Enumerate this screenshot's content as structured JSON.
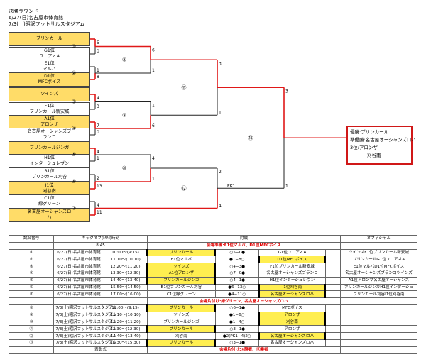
{
  "header": {
    "title": "決勝ラウンド",
    "venue1": "6/27(日)名古屋市体育館",
    "venue2": "7/3(土)昭沢フットサルスタジアム"
  },
  "teams": [
    {
      "l1": "ブリンカール",
      "l2": "",
      "hl": true
    },
    {
      "l1": "G1位",
      "l2": "ユニアオA",
      "hl": false
    },
    {
      "l1": "E1位",
      "l2": "マルバ",
      "hl": false
    },
    {
      "l1": "D1位",
      "l2": "MFCボイス",
      "hl": true
    },
    {
      "l1": "ツインズ",
      "l2": "",
      "hl": true
    },
    {
      "l1": "F1位",
      "l2": "ブリンカール新安城",
      "hl": false
    },
    {
      "l1": "A1位",
      "l2": "アロンザ",
      "hl": true
    },
    {
      "l1": "名古屋オーシャンズブ",
      "l2": "ランコ",
      "hl": false
    },
    {
      "l1": "ブリンカールジンガ",
      "l2": "",
      "hl": true
    },
    {
      "l1": "H1位",
      "l2": "インターシュレヴン",
      "hl": false
    },
    {
      "l1": "B1位",
      "l2": "ブリンカール刈谷",
      "hl": false
    },
    {
      "l1": "I1位",
      "l2": "刈谷南",
      "hl": true
    },
    {
      "l1": "C1位",
      "l2": "緑グリーン",
      "hl": false
    },
    {
      "l1": "名古屋オーシャンズロ",
      "l2": "ハ",
      "hl": true
    }
  ],
  "bracket": {
    "r1": [
      {
        "num": "①",
        "top": "5",
        "bot": "0"
      },
      {
        "num": "②",
        "top": "1",
        "bot": "8"
      },
      {
        "num": "③",
        "top": "4",
        "bot": "3"
      },
      {
        "num": "④",
        "top": "7",
        "bot": "0"
      },
      {
        "num": "⑤",
        "top": "4",
        "bot": "1"
      },
      {
        "num": "⑥",
        "top": "2",
        "bot": "13"
      },
      {
        "num": "⑦",
        "top": "4",
        "bot": "11"
      }
    ],
    "r2": [
      {
        "num": "⑧",
        "top": "6",
        "bot": "1"
      },
      {
        "num": "⑨",
        "top": "1",
        "bot": "6"
      },
      {
        "num": "⑩",
        "top": "4",
        "bot": "1"
      }
    ],
    "r3": [
      {
        "num": "⑪",
        "top": "3",
        "bot": "1"
      },
      {
        "num": "⑫",
        "top": "2",
        "bot": "4",
        "pk": "PK1"
      }
    ],
    "final": {
      "num": "⑬",
      "top": "3",
      "bot": "1"
    }
  },
  "result": {
    "r1": "優勝:ブリンカール",
    "r2": "準優勝:名古屋オーシャンズロハ",
    "r3": "3位:アロンザ",
    "r4": "刈谷南"
  },
  "schedule": {
    "headers": [
      "試合番号",
      "キックオフ(MM)時刻",
      "対戦",
      "オフィシャル"
    ],
    "time_note": "8:45",
    "note1": "会場準備:E1位マルバ、D1位MFCボイス",
    "rows1": [
      {
        "num": "①",
        "date": "6/27(日)名古屋市体育館",
        "time": "10:00〜(9:15)",
        "t1": "ブリンカール",
        "t1y": true,
        "score": "○5−0●",
        "t2": "G1位ユニアオA",
        "t2y": false,
        "off": "ツインズF1位ブリンカール新安城"
      },
      {
        "num": "②",
        "date": "6/27(日)名古屋市体育館",
        "time": "11:10〜(10:10)",
        "t1": "E1位マルバ",
        "t1y": false,
        "score": "●1−8○",
        "t2": "D1位MFCボイス",
        "t2y": true,
        "off": "ブリンカールG1位ユニアオA"
      },
      {
        "num": "③",
        "date": "6/27(日)名古屋市体育館",
        "time": "12:20〜(11:20)",
        "t1": "ツインズ",
        "t1y": true,
        "score": "○4−3●",
        "t2": "F1位ブリンカール新安城",
        "t2y": false,
        "off": "E1位マルバD1位MFCボイス"
      },
      {
        "num": "④",
        "date": "6/27(日)名古屋市体育館",
        "time": "13:30〜(12:30)",
        "t1": "A1位アロンザ",
        "t1y": true,
        "score": "○7−0●",
        "t2": "名古屋オーシャンズブランコ",
        "t2y": false,
        "off": "名古屋オーシャンズブランコツインズ"
      },
      {
        "num": "⑤",
        "date": "6/27(日)名古屋市体育館",
        "time": "14:40〜(13:40)",
        "t1": "ブリンカールジンガ",
        "t1y": true,
        "score": "○4−1●",
        "t2": "H1位インターシュレヴン",
        "t2y": false,
        "off": "A1位アロンザ名古屋オーシャンズ"
      },
      {
        "num": "⑥",
        "date": "6/27(日)名古屋市体育館",
        "time": "15:50〜(14:50)",
        "t1": "B1位ブリンカール刈谷",
        "t1y": false,
        "score": "●6−13○",
        "t2": "I1位刈谷南",
        "t2y": true,
        "off": "ブリンカールジンガH1位インターシュ"
      },
      {
        "num": "⑦",
        "date": "6/27(日)名古屋市体育館",
        "time": "17:00〜(16:00)",
        "t1": "C1位緑グリーン",
        "t1y": false,
        "score": "●4−11○",
        "t2": "名古屋オーシャンズロハ",
        "t2y": true,
        "off": "ブリンカール刈谷I1位刈谷南"
      }
    ],
    "note2": "会場片付け:緑グリーン、名古屋オーシャンズロハ",
    "rows2": [
      {
        "num": "⑧",
        "date": "7/3(土)昭沢フットサルスタジアム",
        "time": "10:00〜(9:15)",
        "t1": "ブリンカール",
        "t1y": true,
        "score": "○6−1●",
        "t2": "MFCボイス",
        "t2y": false,
        "off": ""
      },
      {
        "num": "⑨",
        "date": "7/3(土)昭沢フットサルスタジアム",
        "time": "11:10〜(10:10)",
        "t1": "ツインズ",
        "t1y": false,
        "score": "●1−6○",
        "t2": "アロンザ",
        "t2y": true,
        "off": ""
      },
      {
        "num": "⑩",
        "date": "7/3(土)昭沢フットサルスタジアム",
        "time": "12:20〜(11:20)",
        "t1": "ブリンカールジンガ",
        "t1y": false,
        "score": "●1−4○",
        "t2": "刈谷南",
        "t2y": true,
        "off": ""
      },
      {
        "num": "⑪",
        "date": "7/3(土)昭沢フットサルスタジアム",
        "time": "13:30〜(12:30)",
        "t1": "ブリンカール",
        "t1y": true,
        "score": "○3−1●",
        "t2": "アロンザ",
        "t2y": false,
        "off": ""
      },
      {
        "num": "⑫",
        "date": "7/3(土)昭沢フットサルスタジアム",
        "time": "14:40〜(13:40)",
        "t1": "刈谷南",
        "t1y": false,
        "score": "●2(PK1−4)2○",
        "t2": "名古屋オーシャンズロハ",
        "t2y": true,
        "off": ""
      },
      {
        "num": "⑬",
        "date": "7/3(土)昭沢フットサルスタジアム",
        "time": "16:30〜(15:30)",
        "t1": "ブリンカール",
        "t1y": true,
        "score": "○3−1●",
        "t2": "名古屋オーシャンズロハ",
        "t2y": false,
        "off": ""
      }
    ],
    "last_label": "表彰式",
    "last_note": "会場片付け:①勝者、⑪勝者"
  }
}
